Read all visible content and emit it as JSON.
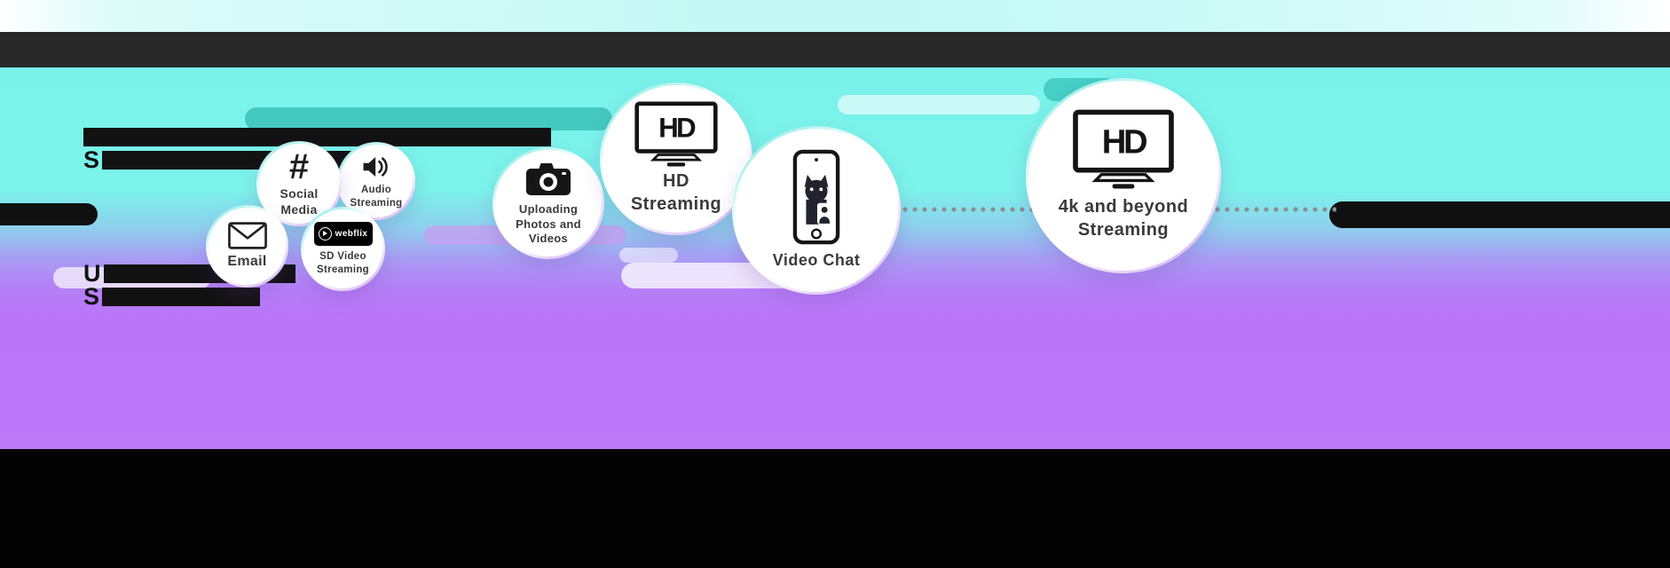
{
  "colors": {
    "cyan_top": "#7df3eb",
    "purple_bottom": "#bb76f8",
    "header_bar": "#282828",
    "footer": "#030303",
    "bubble_bg": "#ffffff",
    "accent_teal": "#35bdb4",
    "accent_lavender": "#c79ef0"
  },
  "redacted": {
    "block1": {
      "line2_prefix": "S"
    },
    "block2": {
      "line1_prefix": "U",
      "line2_prefix": "S"
    }
  },
  "bubbles": [
    {
      "id": "email",
      "label": "Email",
      "icon": "envelope-icon"
    },
    {
      "id": "social-media",
      "label": "Social Media",
      "icon": "hashtag-icon"
    },
    {
      "id": "audio-streaming",
      "label": "Audio Streaming",
      "icon": "speaker-icon"
    },
    {
      "id": "sd-video-streaming",
      "label": "SD Video Streaming",
      "icon": "webflix-logo",
      "logo_text": "webflix"
    },
    {
      "id": "uploading-photos-videos",
      "label": "Uploading Photos and Videos",
      "icon": "camera-icon"
    },
    {
      "id": "hd-streaming",
      "label": "HD Streaming",
      "icon": "hd-tv-icon",
      "tv_text": "HD"
    },
    {
      "id": "video-chat",
      "label": "Video Chat",
      "icon": "video-chat-phone-icon"
    },
    {
      "id": "4k-streaming",
      "label": "4k and beyond Streaming",
      "icon": "hd-tv-icon",
      "tv_text": "HD"
    }
  ]
}
